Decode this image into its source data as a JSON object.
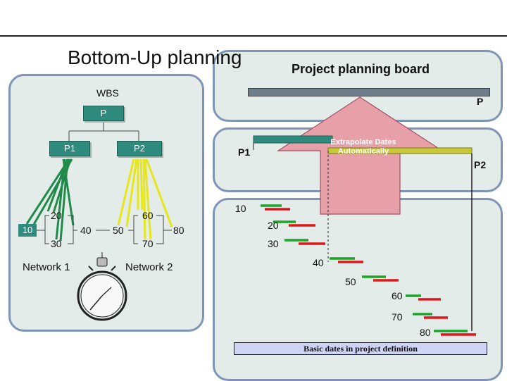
{
  "title": "Bottom-Up planning",
  "board_title": "Project planning board",
  "wbs_label": "WBS",
  "wbs": {
    "root": "P",
    "child1": "P1",
    "child2": "P2"
  },
  "board": {
    "p": "P",
    "p1": "P1",
    "p2": "P2"
  },
  "arrow_text": "Extrapolate Dates Automatically",
  "network1": {
    "label": "Network 1",
    "nodes": [
      "10",
      "20",
      "30",
      "40"
    ]
  },
  "network2": {
    "label": "Network 2",
    "nodes": [
      "50",
      "60",
      "70",
      "80"
    ]
  },
  "gantt_labels": [
    "10",
    "20",
    "30",
    "40",
    "50",
    "60",
    "70",
    "80"
  ],
  "footnote": "Basic dates in project definition",
  "colors": {
    "panel_border": "#7f95b8",
    "panel_fill": "#e3ece9",
    "node": "#2f8b7e",
    "bar_green": "#1aa52a",
    "bar_red": "#e0161b",
    "arrow": "#e8a0a8"
  }
}
